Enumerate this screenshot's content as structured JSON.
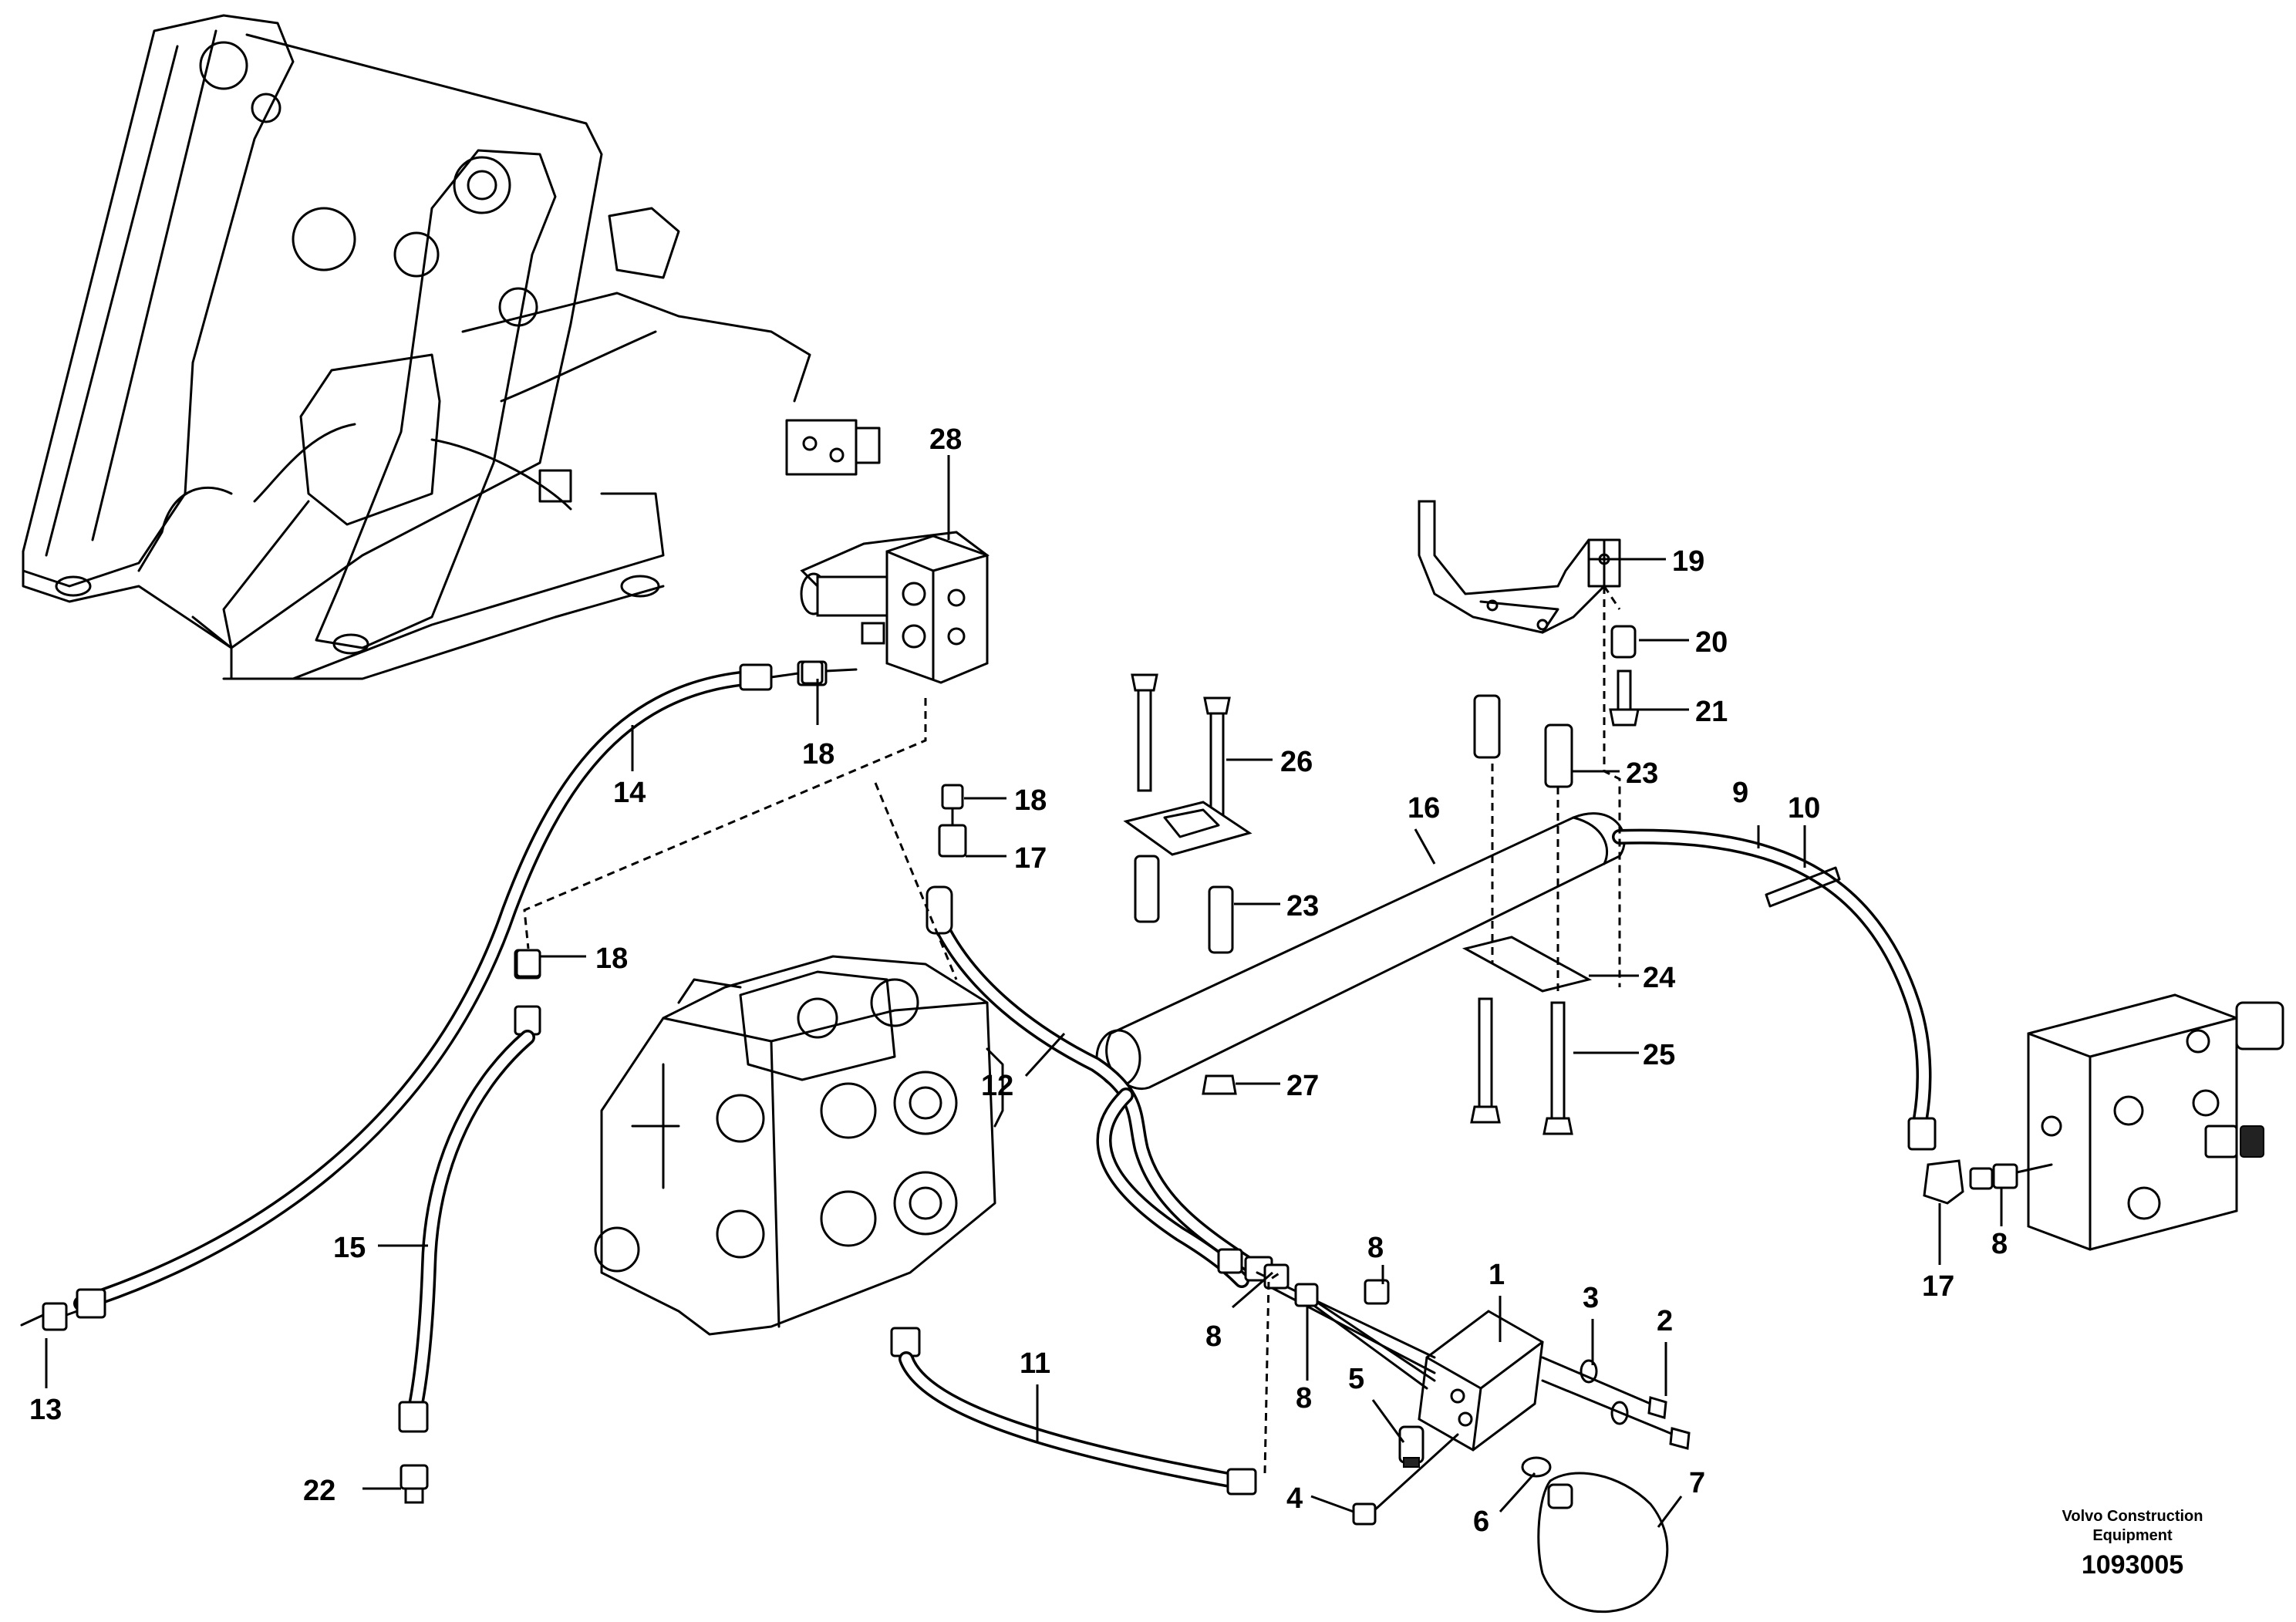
{
  "callouts": [
    {
      "id": "c1",
      "text": "1"
    },
    {
      "id": "c2",
      "text": "2"
    },
    {
      "id": "c3",
      "text": "3"
    },
    {
      "id": "c4",
      "text": "4"
    },
    {
      "id": "c5",
      "text": "5"
    },
    {
      "id": "c6",
      "text": "6"
    },
    {
      "id": "c7",
      "text": "7"
    },
    {
      "id": "c8a",
      "text": "8"
    },
    {
      "id": "c8b",
      "text": "8"
    },
    {
      "id": "c8c",
      "text": "8"
    },
    {
      "id": "c8d",
      "text": "8"
    },
    {
      "id": "c9",
      "text": "9"
    },
    {
      "id": "c10",
      "text": "10"
    },
    {
      "id": "c11",
      "text": "11"
    },
    {
      "id": "c12",
      "text": "12"
    },
    {
      "id": "c13",
      "text": "13"
    },
    {
      "id": "c14",
      "text": "14"
    },
    {
      "id": "c15",
      "text": "15"
    },
    {
      "id": "c16",
      "text": "16"
    },
    {
      "id": "c17a",
      "text": "17"
    },
    {
      "id": "c17b",
      "text": "17"
    },
    {
      "id": "c18a",
      "text": "18"
    },
    {
      "id": "c18b",
      "text": "18"
    },
    {
      "id": "c18c",
      "text": "18"
    },
    {
      "id": "c19",
      "text": "19"
    },
    {
      "id": "c20",
      "text": "20"
    },
    {
      "id": "c21",
      "text": "21"
    },
    {
      "id": "c22",
      "text": "22"
    },
    {
      "id": "c23a",
      "text": "23"
    },
    {
      "id": "c23b",
      "text": "23"
    },
    {
      "id": "c24",
      "text": "24"
    },
    {
      "id": "c25",
      "text": "25"
    },
    {
      "id": "c26",
      "text": "26"
    },
    {
      "id": "c27",
      "text": "27"
    },
    {
      "id": "c28",
      "text": "28"
    }
  ],
  "branding": {
    "line1": "Volvo Construction",
    "line2": "Equipment",
    "image_code": "1093005"
  }
}
